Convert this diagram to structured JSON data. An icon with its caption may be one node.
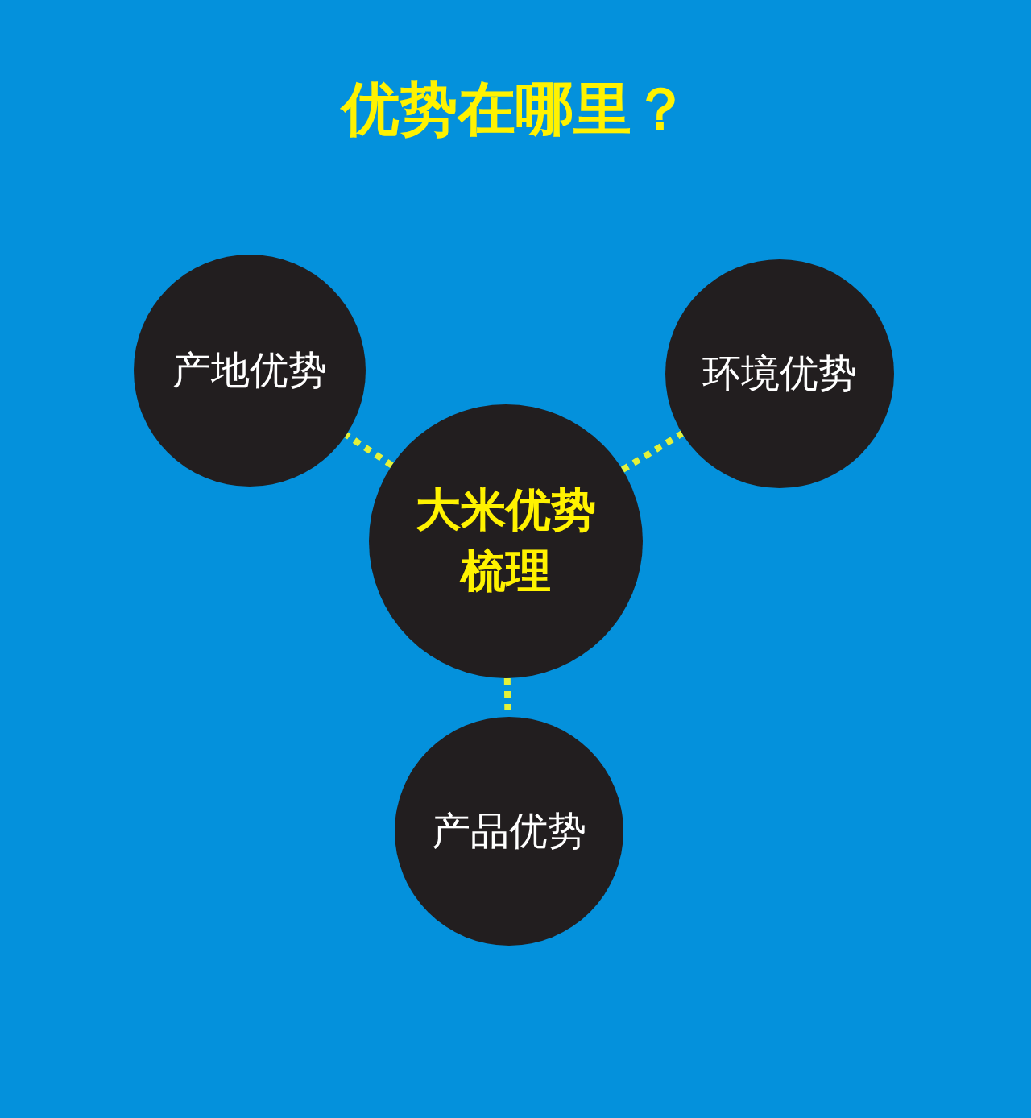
{
  "diagram": {
    "title": "优势在哪里？",
    "nodes": [
      {
        "text": [
          "产地优势"
        ]
      },
      {
        "text": [
          "环境优势"
        ]
      },
      {
        "text": [
          "大米优势梳理"
        ]
      },
      {
        "text": [
          "产品优势"
        ]
      }
    ],
    "edges": [
      {
        "from": 2,
        "to": 0,
        "arrow": "none",
        "style": "dashed"
      },
      {
        "from": 2,
        "to": 1,
        "arrow": "none",
        "style": "dashed"
      },
      {
        "from": 2,
        "to": 3,
        "arrow": "none",
        "style": "dashed"
      }
    ]
  }
}
